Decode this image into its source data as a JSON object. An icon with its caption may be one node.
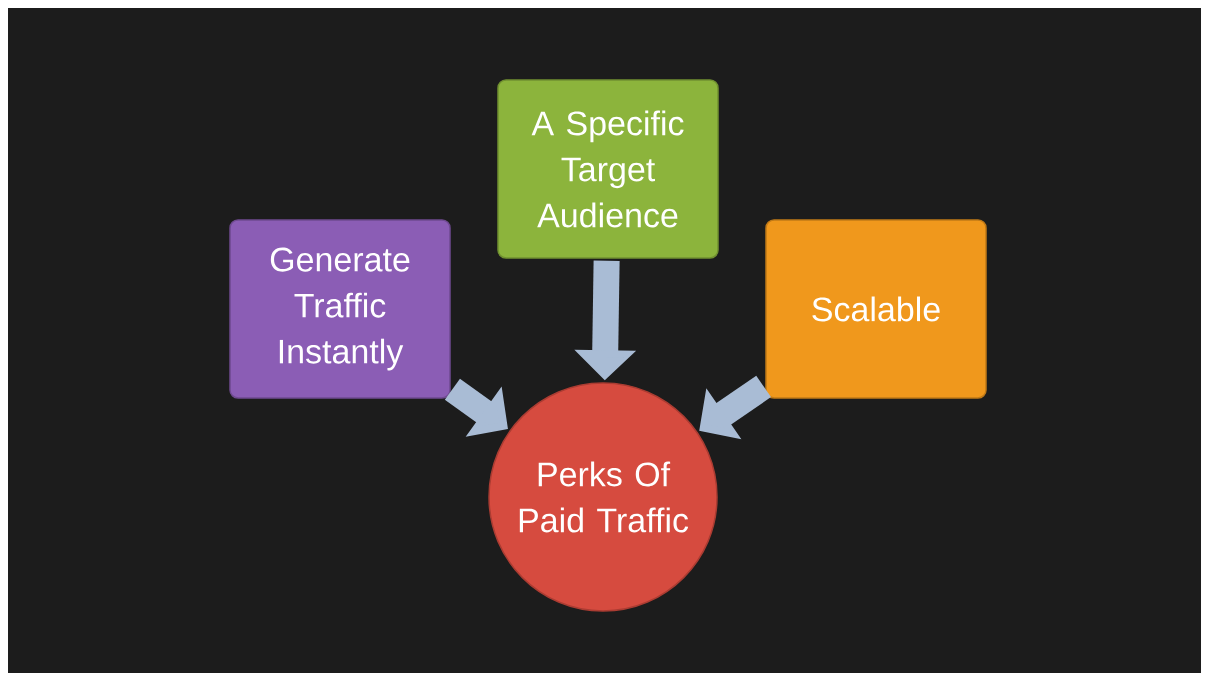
{
  "diagram": {
    "nodes": [
      {
        "text": [
          "Generate Traffic Instantly"
        ]
      },
      {
        "text": [
          "A Specific Target Audience"
        ]
      },
      {
        "text": [
          "Scalable"
        ]
      },
      {
        "text": [
          "Perks Of Paid Traffic"
        ]
      }
    ],
    "edges": [
      {
        "from": 0,
        "to": 3,
        "arrow": "to"
      },
      {
        "from": 1,
        "to": 3,
        "arrow": "to"
      },
      {
        "from": 2,
        "to": 3,
        "arrow": "to"
      }
    ]
  }
}
